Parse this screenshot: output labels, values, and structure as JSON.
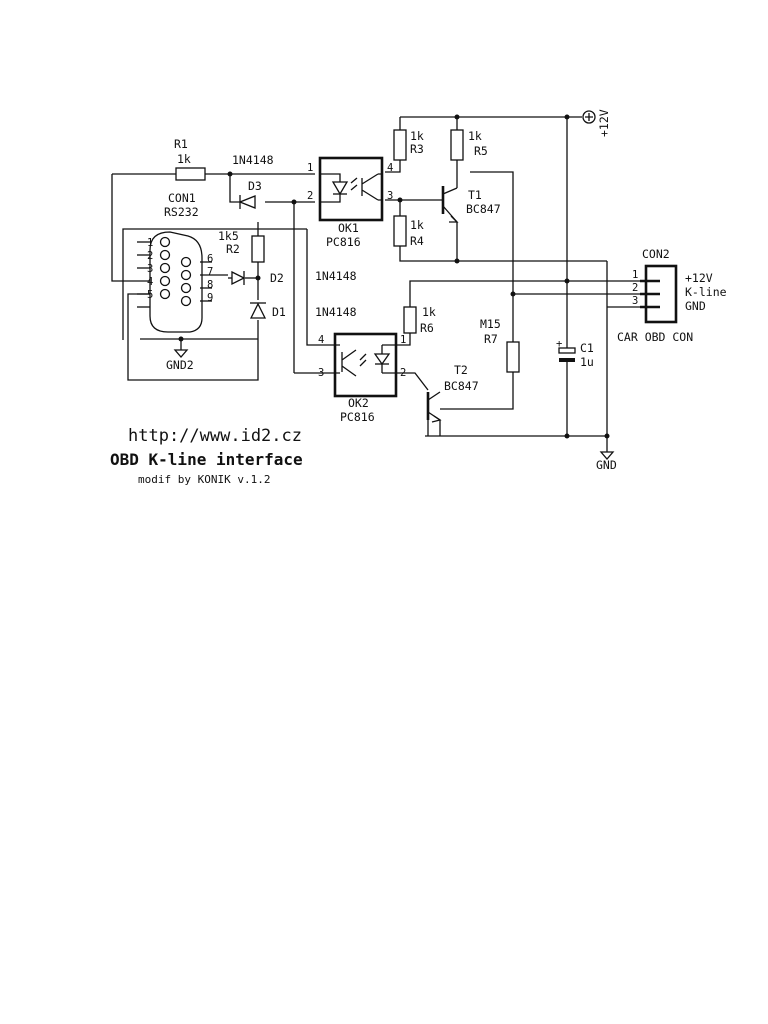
{
  "components": {
    "r1": {
      "ref": "R1",
      "value": "1k"
    },
    "r2": {
      "ref": "R2",
      "value": "1k5"
    },
    "r3": {
      "ref": "R3",
      "value": "1k"
    },
    "r4": {
      "ref": "R4",
      "value": "1k"
    },
    "r5": {
      "ref": "R5",
      "value": "1k"
    },
    "r6": {
      "ref": "R6",
      "value": "1k"
    },
    "r7": {
      "ref": "R7",
      "value": "M15"
    },
    "c1": {
      "ref": "C1",
      "value": "1u"
    },
    "d1": {
      "ref": "D1",
      "value": "1N4148"
    },
    "d2": {
      "ref": "D2",
      "value": "1N4148"
    },
    "d3": {
      "ref": "D3",
      "value": "1N4148"
    },
    "ok1": {
      "ref": "OK1",
      "value": "PC816"
    },
    "ok2": {
      "ref": "OK2",
      "value": "PC816"
    },
    "t1": {
      "ref": "T1",
      "value": "BC847"
    },
    "t2": {
      "ref": "T2",
      "value": "BC847"
    },
    "con1": {
      "ref": "CON1",
      "value": "RS232"
    },
    "con2": {
      "ref": "CON2",
      "value": "CAR OBD CON"
    }
  },
  "con1_pins": [
    "1",
    "2",
    "3",
    "4",
    "5",
    "6",
    "7",
    "8",
    "9"
  ],
  "con2_pins": [
    {
      "num": "1",
      "label": "+12V"
    },
    {
      "num": "2",
      "label": "K-line"
    },
    {
      "num": "3",
      "label": "GND"
    }
  ],
  "ok1_pins": [
    "1",
    "2",
    "3",
    "4"
  ],
  "ok2_pins": [
    "1",
    "2",
    "3",
    "4"
  ],
  "nets": {
    "vcc": "+12V",
    "gnd": "GND",
    "gnd2": "GND2"
  },
  "footer": {
    "url": "http://www.id2.cz",
    "title": "OBD K-line interface",
    "credit": "modif by KONIK v.1.2"
  }
}
